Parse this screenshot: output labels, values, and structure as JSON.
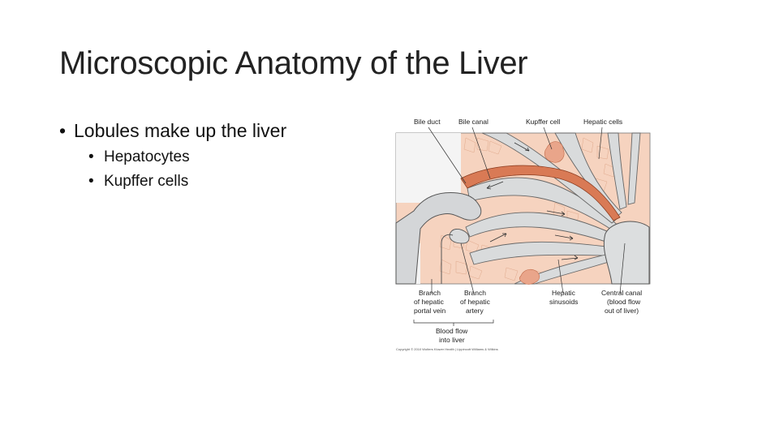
{
  "slide": {
    "title": "Microscopic Anatomy of the Liver",
    "bullet_1": "Lobules make up the liver",
    "sub_bullets": [
      "Hepatocytes",
      "Kupffer cells"
    ]
  },
  "figure": {
    "labels_top": {
      "bile_duct": "Bile duct",
      "bile_canal": "Bile canal",
      "kupffer_cell": "Kupffer cell",
      "hepatic_cells": "Hepatic cells"
    },
    "labels_bottom": {
      "portal_vein_1": "Branch",
      "portal_vein_2": "of hepatic",
      "portal_vein_3": "portal vein",
      "artery_1": "Branch",
      "artery_2": "of hepatic",
      "artery_3": "artery",
      "sinusoids_1": "Hepatic",
      "sinusoids_2": "sinusoids",
      "central_1": "Central canal",
      "central_2": "(blood flow",
      "central_3": "out of liver)",
      "flow_1": "Blood flow",
      "flow_2": "into liver"
    },
    "copyright": "Copyright © 2010 Wolters Kluwer Health | Lippincott Williams & Wilkins",
    "colors": {
      "tissue": "#f6d3bf",
      "bile": "#d97a55",
      "vessel": "#d9dbdc",
      "outline": "#555555"
    }
  }
}
